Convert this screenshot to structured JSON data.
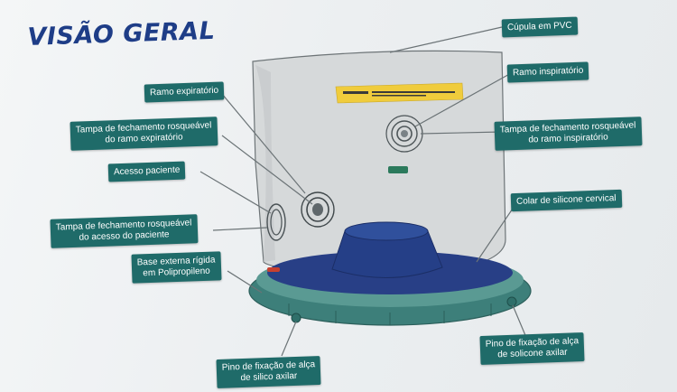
{
  "title": "VISÃO GERAL",
  "colors": {
    "title": "#1e3d87",
    "label_bg": "#1f6b69",
    "dome": "#d6d9da",
    "collar": "#253f87",
    "base_ring": "#3d7f7a",
    "yellow_band": "#f0cc3c"
  },
  "labels": {
    "cupula": "Cúpula em PVC",
    "ramo_expiratorio": "Ramo expiratório",
    "ramo_inspiratorio": "Ramo inspiratório",
    "tampa_expiratorio": [
      "Tampa de fechamento rosqueável",
      "do ramo expiratório"
    ],
    "tampa_inspiratorio": [
      "Tampa de fechamento rosqueável",
      "do ramo inspiratório"
    ],
    "acesso_paciente": "Acesso paciente",
    "tampa_acesso": [
      "Tampa de fechamento rosqueável",
      "do acesso do paciente"
    ],
    "colar": "Colar de silicone cervical",
    "base": [
      "Base externa rígida",
      "em Polipropileno"
    ],
    "pino_silico": [
      "Pino de fixação de alça",
      "de silico axilar"
    ],
    "pino_solicone": [
      "Pino de fixação de alça",
      "de solicone axilar"
    ]
  },
  "icons": [
    "port-ring-icon",
    "threaded-cap-icon",
    "leader-line"
  ]
}
